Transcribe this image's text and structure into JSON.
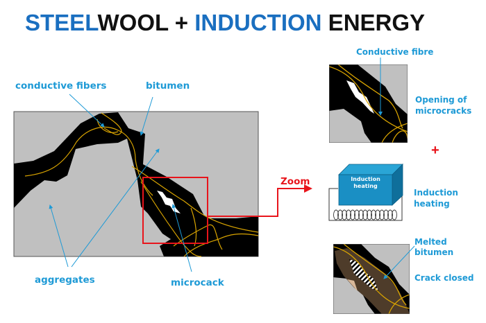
{
  "title": {
    "part1": "STEEL",
    "part2": "WOOL + ",
    "part3": "INDUCTION",
    "part4": " ENERGY"
  },
  "main_diagram": {
    "labels": {
      "conductive_fibers": "conductive fibers",
      "bitumen": "bitumen",
      "aggregates": "aggregates",
      "microcrack": "microcack"
    },
    "zoom_label": "Zoom"
  },
  "panel_top": {
    "label_top": "Conductive fibre",
    "label_side_line1": "Opening of",
    "label_side_line2": "microcracks"
  },
  "plus": "+",
  "panel_middle": {
    "box_text_line1": "Induction",
    "box_text_line2": "heating",
    "label_line1": "Induction",
    "label_line2": "heating"
  },
  "panel_bottom": {
    "label_line1": "Melted",
    "label_line2": "bitumen",
    "label_crack": "Crack closed"
  },
  "colors": {
    "accent_blue": "#1a6fc0",
    "label_blue": "#1e9ad6",
    "red": "#e8141b",
    "fiber": "#d9a400",
    "aggregate": "#c0c0c0",
    "bitumen": "#000000",
    "melted_bitumen": "#4e3c2a",
    "induction_box": "#1a8fc4"
  }
}
